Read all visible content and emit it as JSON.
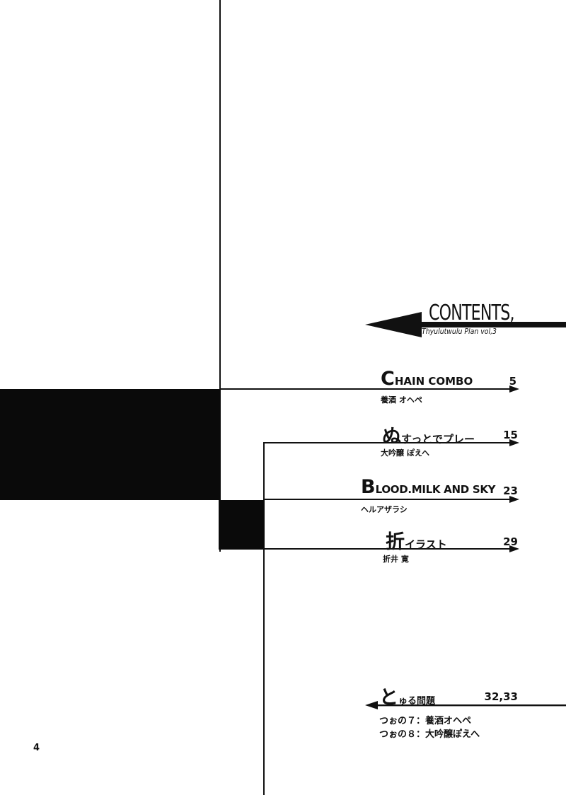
{
  "header": {
    "title": "CONTENTS,",
    "subtitle": "Thyulutwulu Plan vol,3"
  },
  "entries": [
    {
      "initial": "C",
      "rest": "HAIN COMBO",
      "page": "5",
      "author": "養酒 オヘペ"
    },
    {
      "initial": "ぬ",
      "rest": "すっとでプレー",
      "page": "15",
      "author": "大吟醸 ぽえへ"
    },
    {
      "initial": "B",
      "rest": "LOOD.MILK AND SKY",
      "page": "23",
      "author": "ヘルアザラシ"
    },
    {
      "initial": "折",
      "rest": "イラスト",
      "page": "29",
      "author": "折井 寛"
    }
  ],
  "bonus": {
    "initial": "と",
    "rest": "ゅる問題",
    "page": "32,33",
    "lines": [
      "つぉの７：養酒オヘペ",
      "つぉの８：大吟醸ぽえへ"
    ]
  },
  "page_number": "4"
}
